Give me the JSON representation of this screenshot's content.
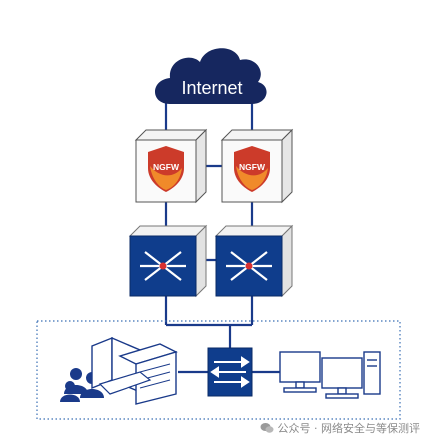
{
  "diagram": {
    "cloud_label": "Internet",
    "firewall_labels": [
      "NGFW",
      "NGFW"
    ],
    "colors": {
      "cloud": "#16275f",
      "firewall_shield": "#cc3b2a",
      "switch": "#0f3d8c",
      "line": "#1a3a8a",
      "box_edge": "#555555",
      "dotted_border": "#3a6fb5"
    }
  },
  "watermark": {
    "text": "公众号 · 网络安全与等保测评"
  }
}
